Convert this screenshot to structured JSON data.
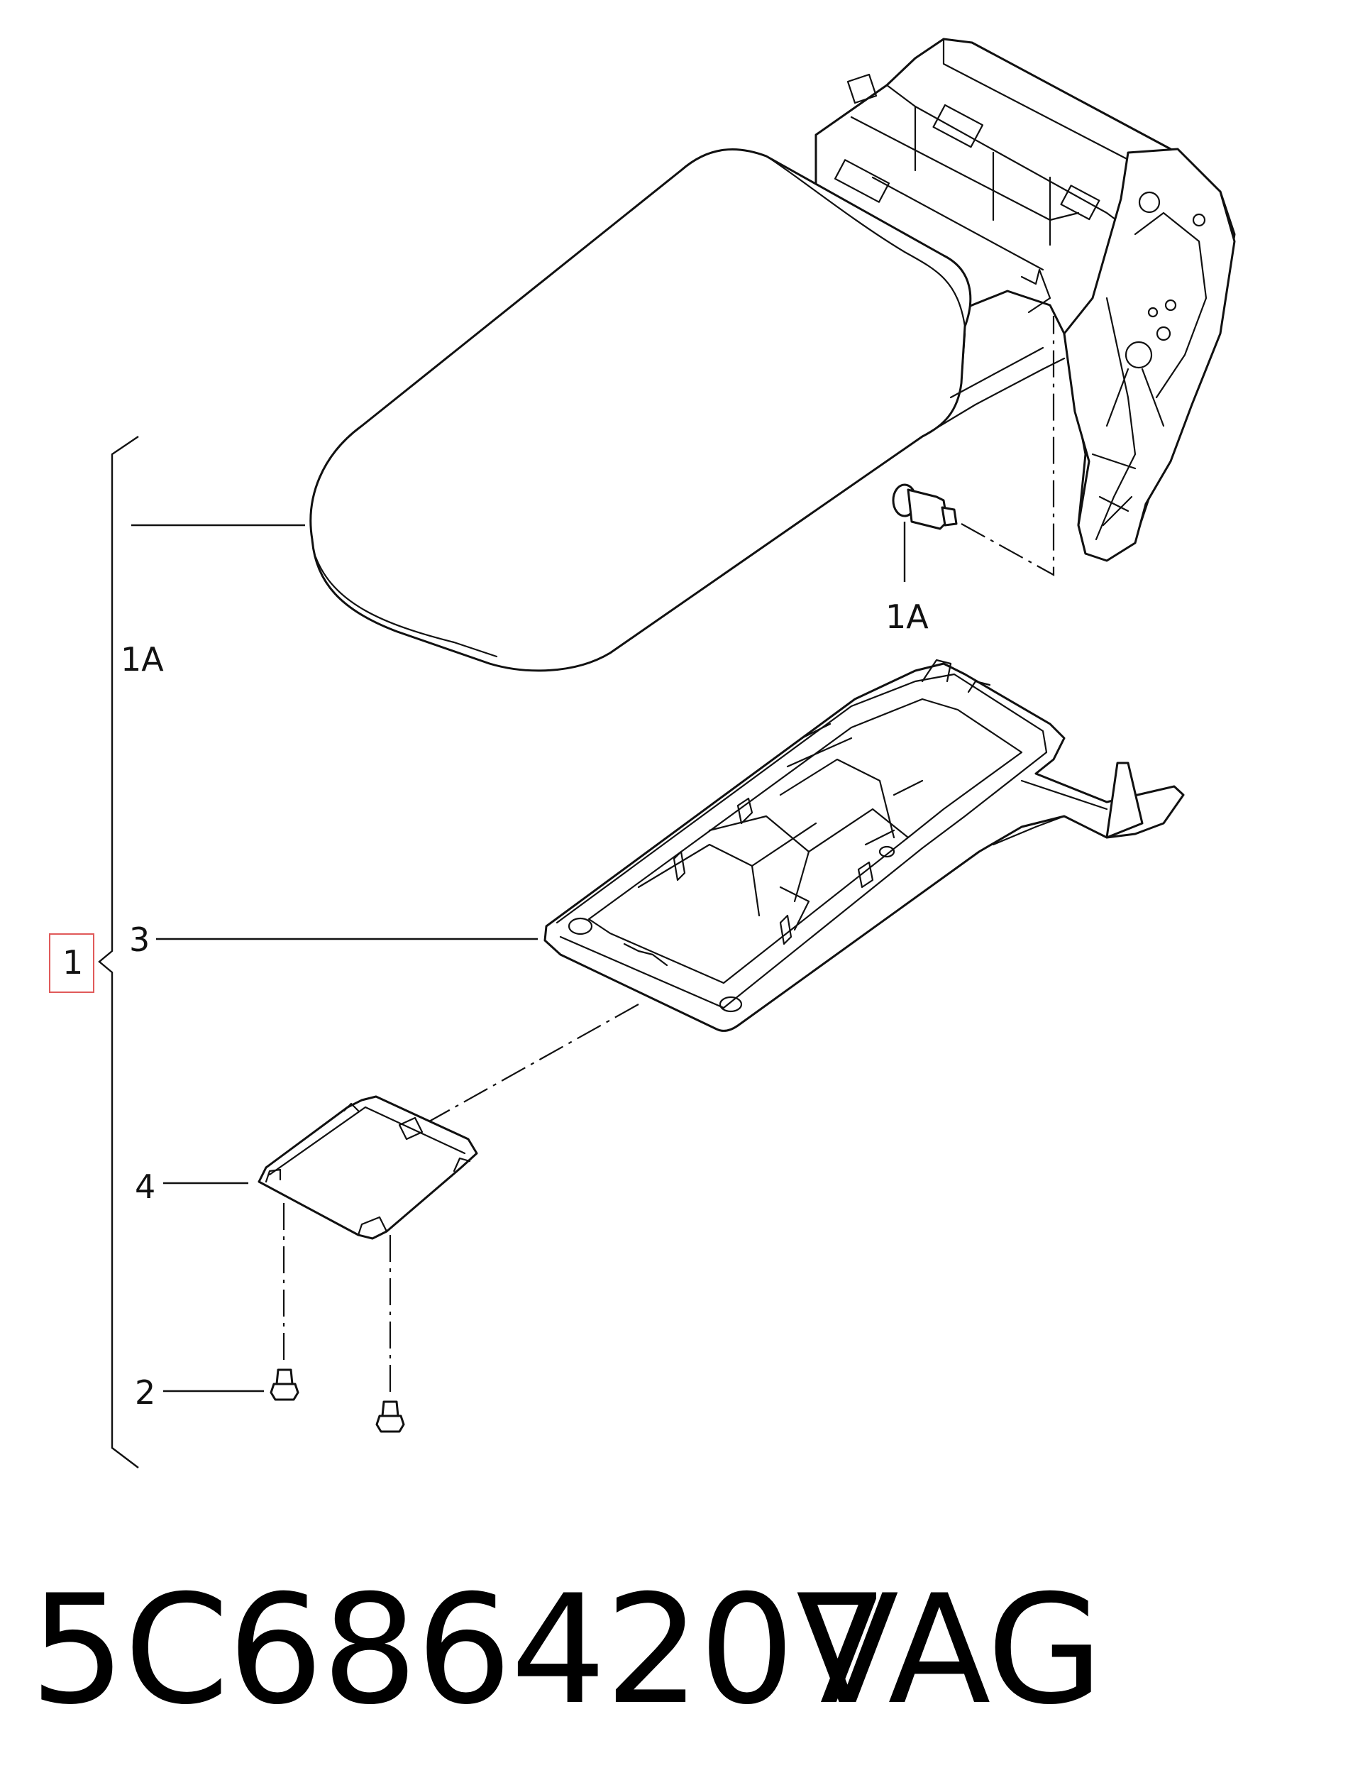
{
  "callouts": {
    "assembly": "1",
    "hinge_pin": "1A",
    "armrest_lid": "1A",
    "screw": "2",
    "storage_tray": "3",
    "cover_plate": "4"
  },
  "caption": {
    "part_number": "5C6864207",
    "brand": "VAG"
  },
  "colors": {
    "line": "#111111",
    "highlight": "#e05a5a",
    "background": "#ffffff"
  }
}
